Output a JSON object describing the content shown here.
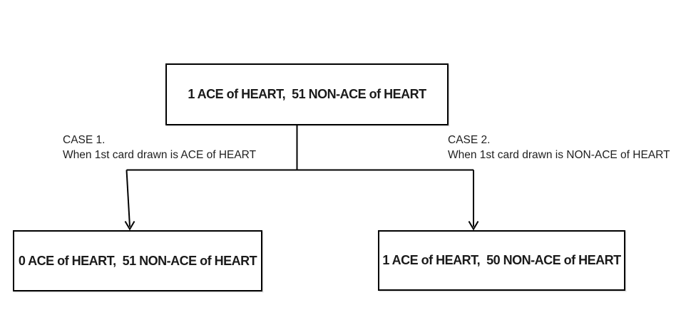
{
  "colors": {
    "line": "#000000",
    "box_border": "#000000",
    "text": "#1a1a1a",
    "background": "#ffffff"
  },
  "root_box": {
    "label": "1 ACE of HEART,  51 NON-ACE of HEART"
  },
  "case1": {
    "title": "CASE 1.",
    "description": "When 1st card drawn is ACE of HEART"
  },
  "case2": {
    "title": "CASE 2.",
    "description": "When 1st card drawn is NON-ACE of HEART"
  },
  "left_box": {
    "label": "0 ACE of HEART,  51 NON-ACE of HEART"
  },
  "right_box": {
    "label": "1 ACE of HEART,  50 NON-ACE of HEART"
  }
}
